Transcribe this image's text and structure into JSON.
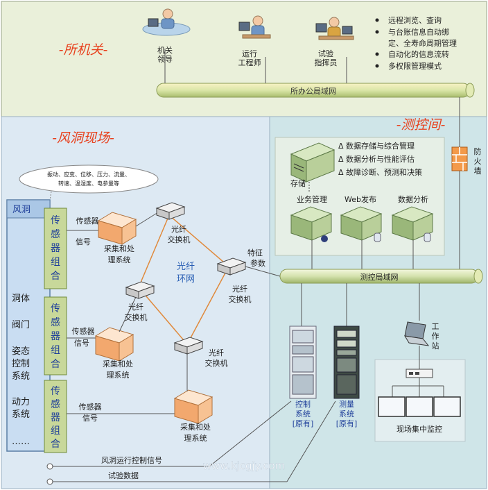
{
  "regions": {
    "institute": "-所机关-",
    "field": "-风洞现场-",
    "control_room": "-测控间-"
  },
  "people": [
    {
      "label": [
        "机关",
        "领导"
      ]
    },
    {
      "label": [
        "运行",
        "工程师"
      ]
    },
    {
      "label": [
        "试验",
        "指挥员"
      ]
    }
  ],
  "features": [
    "远程浏览、查询",
    "与台账信息自动绑",
    "定、全寿命周期管理",
    "自动化的信息流转",
    "多权限管理模式"
  ],
  "networks": {
    "office_lan": "所办公局域网",
    "control_lan": "测控局域网",
    "fiber_ring": [
      "光纤",
      "环网"
    ]
  },
  "firewall": [
    "防",
    "火",
    "墙"
  ],
  "servers": {
    "storage": "存储",
    "business": "业务管理",
    "web": "Web发布",
    "analysis": "数据分析"
  },
  "server_functions": [
    "Δ 数据存储与综合管理",
    "Δ 数据分析与性能评估",
    "Δ 故障诊断、预测和决策"
  ],
  "sensor_cloud": [
    "振动、应变、位移、压力、流量、",
    "转速、温湿度、电参量等"
  ],
  "tunnel": {
    "title": "风洞",
    "items": [
      [
        "洞体"
      ],
      [
        "阀门"
      ],
      [
        "姿态",
        "控制",
        "系统"
      ],
      [
        "动力",
        "系统"
      ],
      [
        "……"
      ]
    ]
  },
  "sensor_group": [
    "传",
    "感",
    "器",
    "组",
    "合"
  ],
  "sensor_signal": [
    "传感器",
    "信号"
  ],
  "acquisition": [
    "采集和处",
    "理系统"
  ],
  "fiber_switch": [
    "光纤",
    "交换机"
  ],
  "feature_params": [
    "特征",
    "参数"
  ],
  "racks": {
    "control": {
      "label": [
        "控制",
        "系统"
      ],
      "tag": "[原有]"
    },
    "measurement": {
      "label": [
        "测量",
        "系统"
      ],
      "tag": "[原有]"
    }
  },
  "workstation": [
    "工",
    "作",
    "站"
  ],
  "monitoring": "现场集中监控",
  "signals": {
    "control_signal": "风洞运行控制信号",
    "test_data": "试验数据"
  },
  "watermark": "www.kjcgjy.com"
}
